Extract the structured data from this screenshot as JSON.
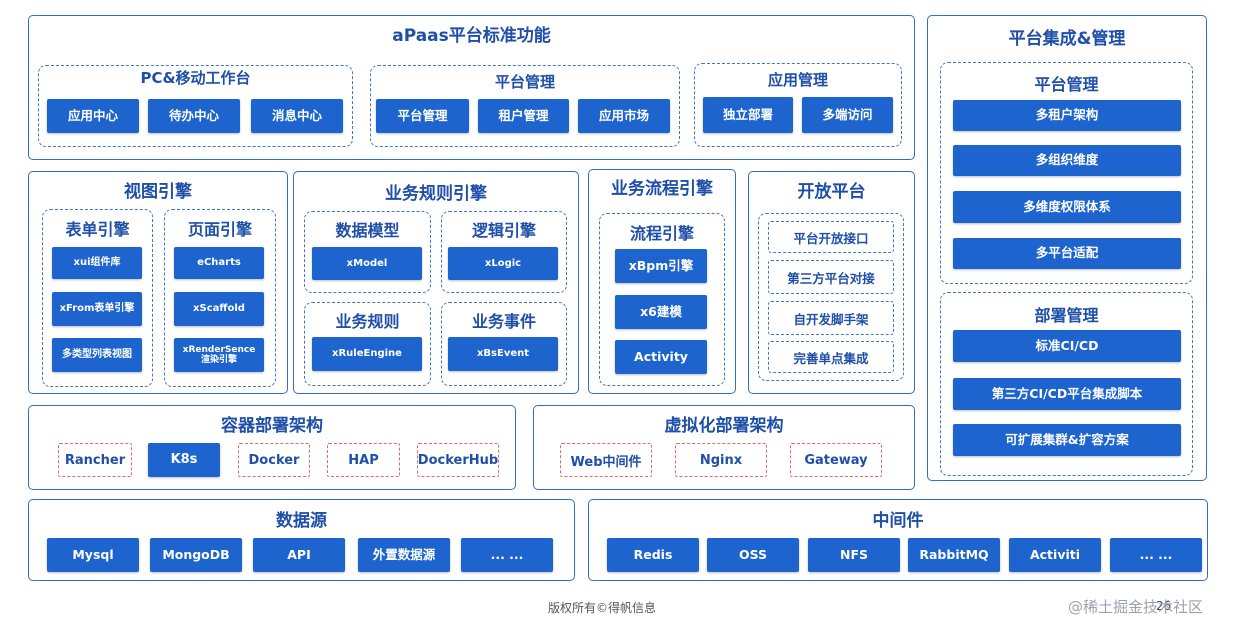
{
  "apaas": {
    "title": "aPaas平台标准功能",
    "pc": {
      "title": "PC&移动工作台",
      "items": [
        "应用中心",
        "待办中心",
        "消息中心"
      ]
    },
    "platform": {
      "title": "平台管理",
      "items": [
        "平台管理",
        "租户管理",
        "应用市场"
      ]
    },
    "app": {
      "title": "应用管理",
      "items": [
        "独立部署",
        "多端访问"
      ]
    }
  },
  "view": {
    "title": "视图引擎",
    "form": {
      "title": "表单引擎",
      "items": [
        "xui组件库",
        "xFrom表单引擎",
        "多类型列表视图"
      ]
    },
    "page": {
      "title": "页面引擎",
      "items": [
        "eCharts",
        "xScaffold",
        "xRenderSence\n渲染引擎"
      ]
    }
  },
  "rules": {
    "title": "业务规则引擎",
    "data_model": {
      "title": "数据模型",
      "item": "xModel"
    },
    "logic": {
      "title": "逻辑引擎",
      "item": "xLogic"
    },
    "biz_rule": {
      "title": "业务规则",
      "item": "xRuleEngine"
    },
    "biz_event": {
      "title": "业务事件",
      "item": "xBsEvent"
    }
  },
  "flow": {
    "title": "业务流程引擎",
    "engine": {
      "title": "流程引擎",
      "items": [
        "xBpm引擎",
        "x6建模",
        "Activity"
      ]
    }
  },
  "open": {
    "title": "开放平台",
    "items": [
      "平台开放接口",
      "第三方平台对接",
      "自开发脚手架",
      "完善单点集成"
    ]
  },
  "integration": {
    "title": "平台集成&管理",
    "platform": {
      "title": "平台管理",
      "items": [
        "多租户架构",
        "多组织维度",
        "多维度权限体系",
        "多平台适配"
      ]
    },
    "deploy": {
      "title": "部署管理",
      "items": [
        "标准CI/CD",
        "第三方CI/CD平台集成脚本",
        "可扩展集群&扩容方案"
      ]
    }
  },
  "container": {
    "title": "容器部署架构",
    "items": [
      "Rancher",
      "K8s",
      "Docker",
      "HAP",
      "DockerHub"
    ]
  },
  "virtual": {
    "title": "虚拟化部署架构",
    "items": [
      "Web中间件",
      "Nginx",
      "Gateway"
    ]
  },
  "datasource": {
    "title": "数据源",
    "items": [
      "Mysql",
      "MongoDB",
      "API",
      "外置数据源",
      "... ..."
    ]
  },
  "middleware": {
    "title": "中间件",
    "items": [
      "Redis",
      "OSS",
      "NFS",
      "RabbitMQ",
      "Activiti",
      "... ..."
    ]
  },
  "footer": {
    "copyright": "版权所有©得帆信息",
    "page": "26",
    "watermark": "@稀土掘金技术社区"
  }
}
